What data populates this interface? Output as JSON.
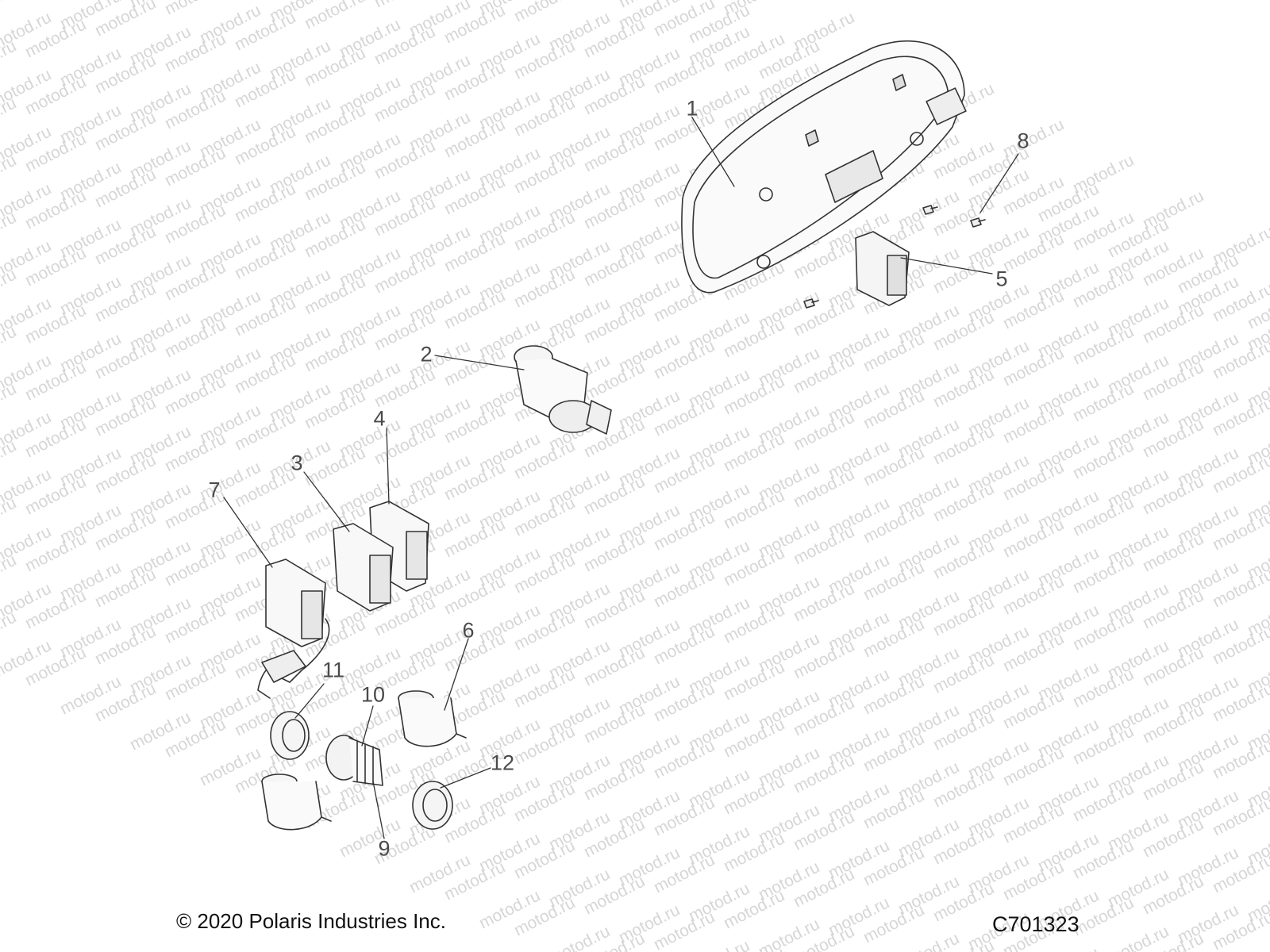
{
  "watermark": "motod.ru",
  "callouts": {
    "c1": "1",
    "c2": "2",
    "c3": "3",
    "c4": "4",
    "c5": "5",
    "c6": "6",
    "c7": "7",
    "c8": "8",
    "c9": "9",
    "c10": "10",
    "c11": "11",
    "c12": "12"
  },
  "footer": {
    "copyright": "© 2020 Polaris Industries Inc.",
    "code": "C701323"
  }
}
